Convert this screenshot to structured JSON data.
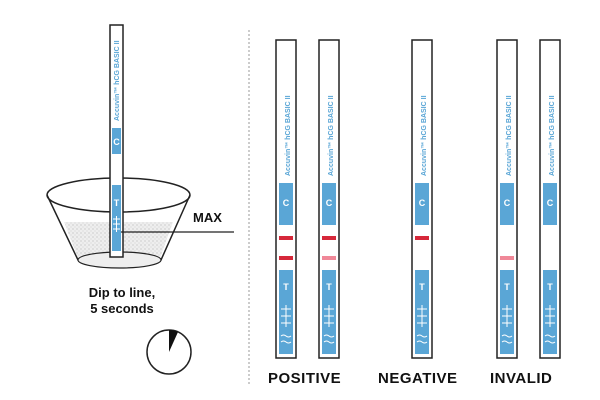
{
  "instruction": {
    "line1": "Dip to line,",
    "line2": "5 seconds"
  },
  "max_label": "MAX",
  "strip_brand": "Accuvin™ hCG BASIC II",
  "zone_labels": {
    "control": "C",
    "test": "T"
  },
  "results": {
    "positive": "POSITIVE",
    "negative": "NEGATIVE",
    "invalid": "INVALID"
  },
  "colors": {
    "strip_blue": "#5aa6d6",
    "line_red": "#d6283a",
    "line_faint": "#f08898",
    "outline": "#222222"
  }
}
